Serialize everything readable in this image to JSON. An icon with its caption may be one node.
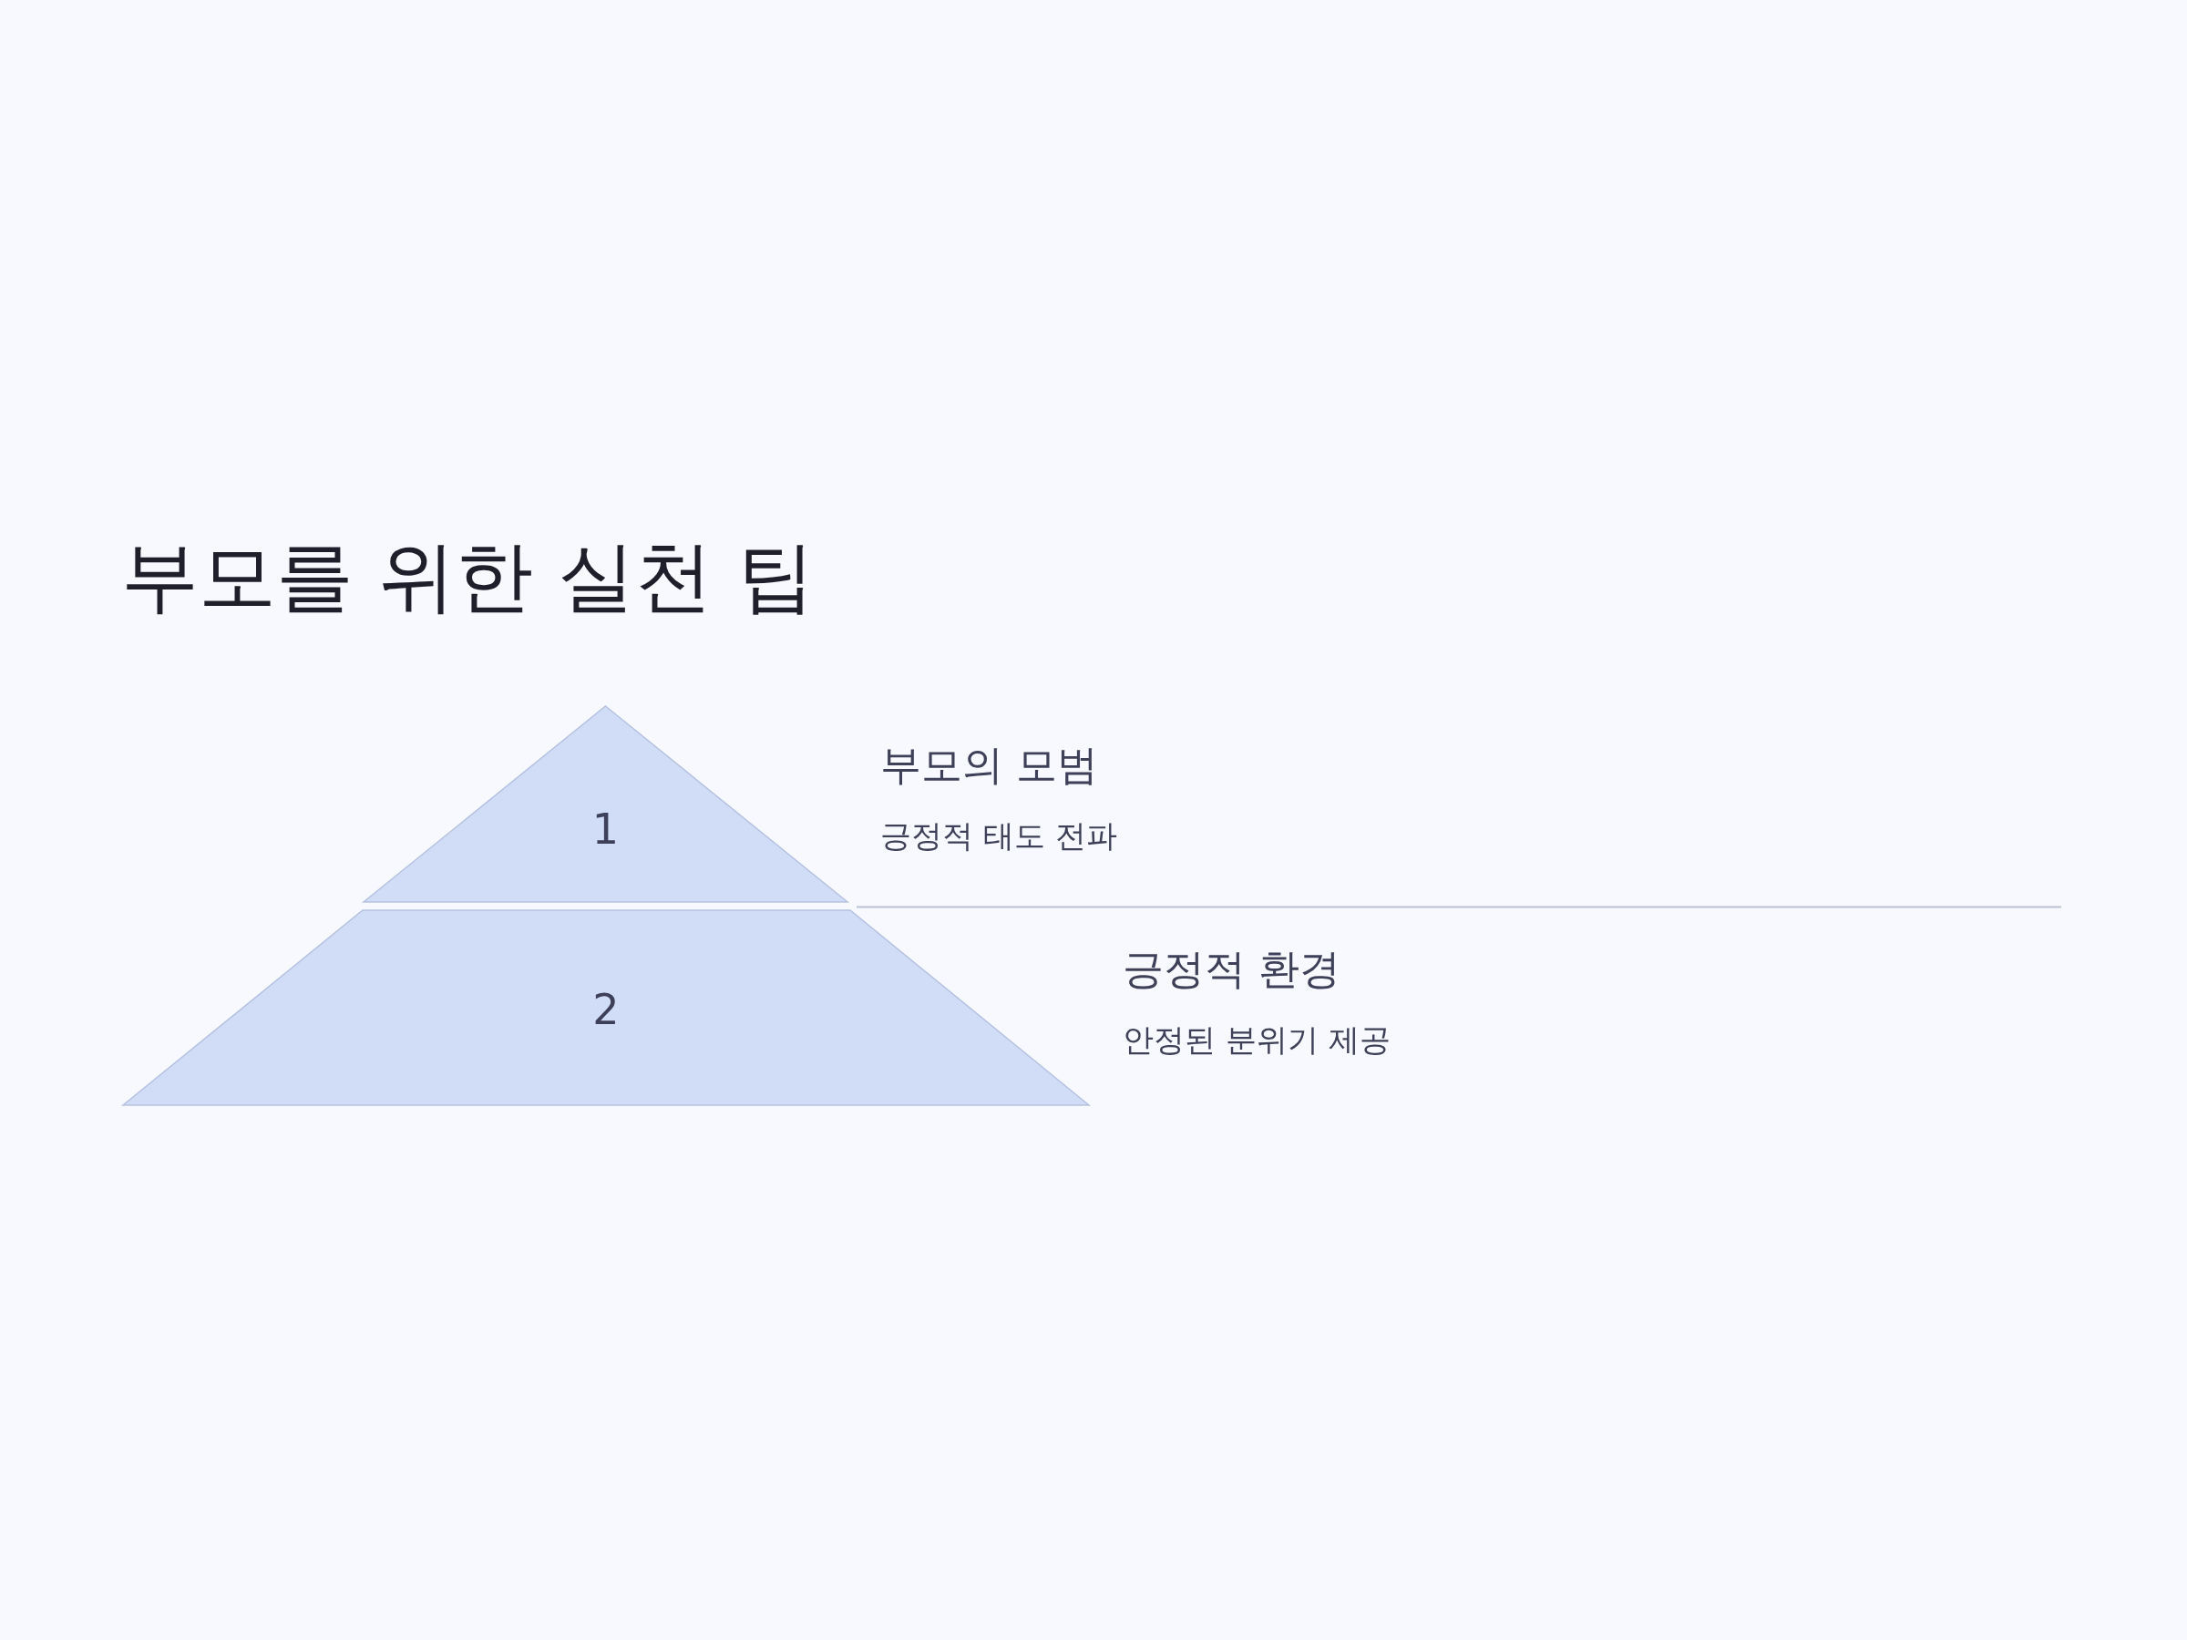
{
  "diagram": {
    "title": "부모를 위한 실천 팁",
    "nodes": [
      {
        "text": [
          "1"
        ],
        "beside": [
          "부모의 모범",
          "긍정적 태도 전파"
        ]
      },
      {
        "text": [
          "2"
        ],
        "beside": [
          "긍정적 환경",
          "안정된 분위기 제공"
        ]
      }
    ]
  }
}
